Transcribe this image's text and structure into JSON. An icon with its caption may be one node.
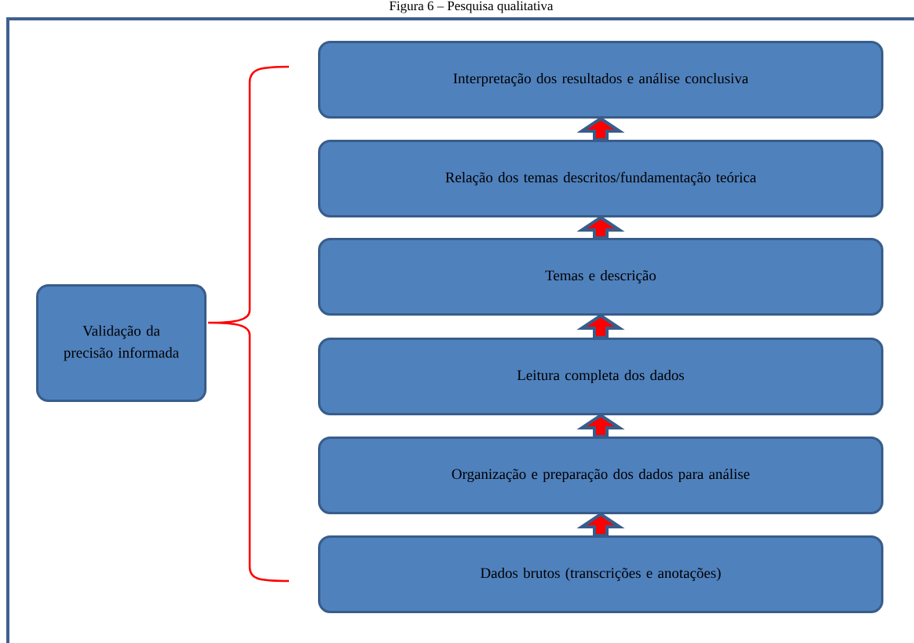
{
  "diagram": {
    "title": "Figura 6 – Pesquisa qualitativa",
    "nodes": [
      {
        "text": [
          "Validação da precisão informada"
        ]
      },
      {
        "text": [
          "Interpretação dos resultados e análise conclusiva"
        ]
      },
      {
        "text": [
          "Relação dos temas descritos/fundamentação teórica"
        ]
      },
      {
        "text": [
          "Temas e descrição"
        ]
      },
      {
        "text": [
          "Leitura completa dos dados"
        ]
      },
      {
        "text": [
          "Organização e preparação dos dados para análise"
        ]
      },
      {
        "text": [
          "Dados brutos (transcrições e anotações)"
        ]
      }
    ],
    "edges": [
      {
        "from": 6,
        "to": 5,
        "arrow": "to"
      },
      {
        "from": 5,
        "to": 4,
        "arrow": "to"
      },
      {
        "from": 4,
        "to": 3,
        "arrow": "to"
      },
      {
        "from": 3,
        "to": 2,
        "arrow": "to"
      },
      {
        "from": 2,
        "to": 1,
        "arrow": "to"
      }
    ]
  }
}
